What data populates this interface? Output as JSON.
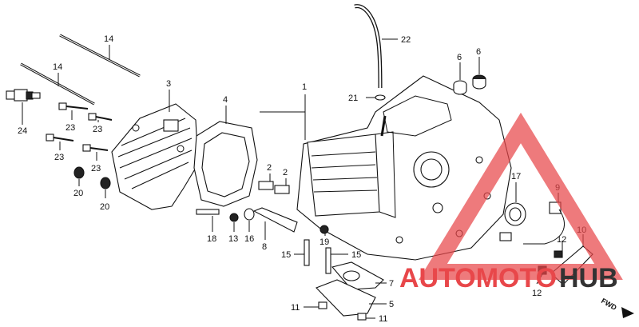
{
  "callouts": {
    "c1": "1",
    "c2a": "2",
    "c2b": "2",
    "c3": "3",
    "c4": "4",
    "c5": "5",
    "c6a": "6",
    "c6b": "6",
    "c7": "7",
    "c8": "8",
    "c9": "9",
    "c10": "10",
    "c11a": "11",
    "c11b": "11",
    "c12a": "12",
    "c12b": "12",
    "c13": "13",
    "c14a": "14",
    "c14b": "14",
    "c15a": "15",
    "c15b": "15",
    "c16": "16",
    "c17": "17",
    "c18": "18",
    "c19": "19",
    "c20a": "20",
    "c20b": "20",
    "c21": "21",
    "c22": "22",
    "c23a": "23",
    "c23b": "23",
    "c23c": "23",
    "c23d": "23",
    "c24": "24"
  },
  "watermark": {
    "part1": "AUTOMOTO",
    "part2": "HUB",
    "color_red": "#e8474a",
    "color_dark": "#333333"
  },
  "direction": {
    "label": "FWD"
  }
}
